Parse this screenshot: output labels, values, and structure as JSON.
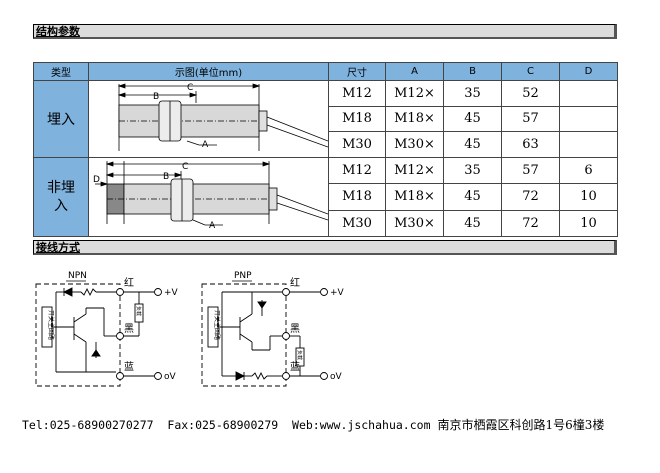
{
  "sections": {
    "structure_title": "结构参数",
    "wiring_title": "接线方式"
  },
  "table": {
    "headers": [
      "类型",
      "示图(单位mm)",
      "尺寸",
      "A",
      "B",
      "C",
      "D"
    ],
    "groups": [
      {
        "type": "埋入",
        "rows": [
          {
            "size": "M12",
            "a": "M12×",
            "b": "35",
            "c": "52",
            "d": ""
          },
          {
            "size": "M18",
            "a": "M18×",
            "b": "45",
            "c": "57",
            "d": ""
          },
          {
            "size": "M30",
            "a": "M30×",
            "b": "45",
            "c": "63",
            "d": ""
          }
        ]
      },
      {
        "type": "非埋入",
        "rows": [
          {
            "size": "M12",
            "a": "M12×",
            "b": "35",
            "c": "57",
            "d": "6"
          },
          {
            "size": "M18",
            "a": "M18×",
            "b": "45",
            "c": "72",
            "d": "10"
          },
          {
            "size": "M30",
            "a": "M30×",
            "b": "45",
            "c": "72",
            "d": "10"
          }
        ]
      }
    ],
    "dim_labels": {
      "a": "A",
      "b": "B",
      "c": "C",
      "d": "D"
    }
  },
  "wiring": {
    "npn": {
      "title": "NPN",
      "red": "红",
      "black": "黑",
      "blue": "蓝",
      "plus": "+V",
      "zero": "oV",
      "circuit": "开关主回路",
      "load": "负载"
    },
    "pnp": {
      "title": "PNP",
      "red": "红",
      "black": "黑",
      "blue": "蓝",
      "plus": "+V",
      "zero": "oV",
      "circuit": "开关主回路",
      "load": "负载"
    }
  },
  "footer": {
    "contact": "Tel:025-68900270277  Fax:025-68900279  Web:www.jschahua.com",
    "address": "南京市栖霞区科创路1号6橦3楼"
  }
}
